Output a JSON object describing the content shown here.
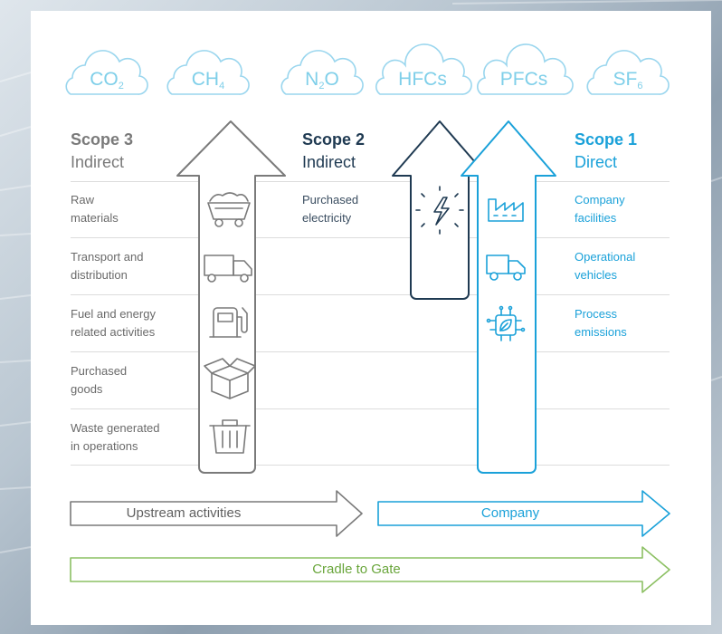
{
  "gases": [
    {
      "main": "CO",
      "sub": "2",
      "name": "co2"
    },
    {
      "main": "CH",
      "sub": "4",
      "name": "ch4"
    },
    {
      "main": "N",
      "sub": "2",
      "tail": "O",
      "name": "n2o"
    },
    {
      "main": "HFCs",
      "sub": "",
      "name": "hfcs"
    },
    {
      "main": "PFCs",
      "sub": "",
      "name": "pfcs"
    },
    {
      "main": "SF",
      "sub": "6",
      "name": "sf6"
    }
  ],
  "scopes": {
    "scope3": {
      "title": "Scope 3",
      "subtitle": "Indirect",
      "items": [
        "Raw\nmaterials",
        "Transport and\ndistribution",
        "Fuel and energy\nrelated activities",
        "Purchased\ngoods",
        "Waste generated\nin operations"
      ]
    },
    "scope2": {
      "title": "Scope 2",
      "subtitle": "Indirect",
      "items": [
        "Purchased\nelectricity"
      ]
    },
    "scope1": {
      "title": "Scope 1",
      "subtitle": "Direct",
      "items": [
        "Company\nfacilities",
        "Operational\nvehicles",
        "Process\nemissions"
      ]
    }
  },
  "flows": {
    "upstream": "Upstream activities",
    "company": "Company",
    "cradle": "Cradle to Gate"
  },
  "colors": {
    "gray": "#7a7a7a",
    "navy": "#1f3a52",
    "blue": "#1aa1d9",
    "green": "#8cc063",
    "cloud": "#9ad6ee"
  }
}
